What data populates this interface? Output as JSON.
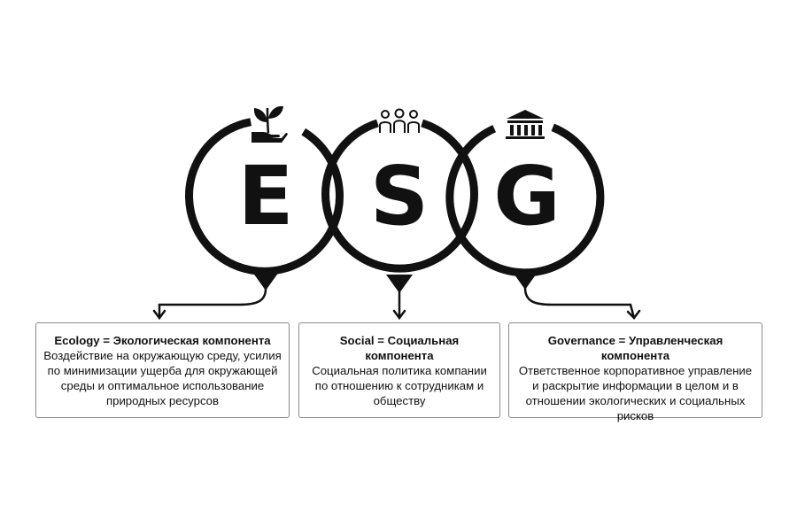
{
  "diagram": {
    "letters": [
      "E",
      "S",
      "G"
    ],
    "icons": [
      "plant-in-hand-icon",
      "group-people-icon",
      "government-building-icon"
    ],
    "colors": {
      "ink": "#111111",
      "box_border": "#8a8a8a",
      "background": "#ffffff"
    }
  },
  "components": [
    {
      "title": "Ecology = Экологическая компонента",
      "description": "Воздействие на окружающую среду, усилия по минимизации ущерба для окружающей среды и оптимальное использование природных ресурсов"
    },
    {
      "title": "Social = Социальная компонента",
      "description": "Социальная политика компании по отношению к сотрудникам и обществу"
    },
    {
      "title": "Governance = Управленческая компонента",
      "description": "Ответственное корпоративное управление и раскрытие информации в целом и в отношении экологических и социальных рисков"
    }
  ]
}
